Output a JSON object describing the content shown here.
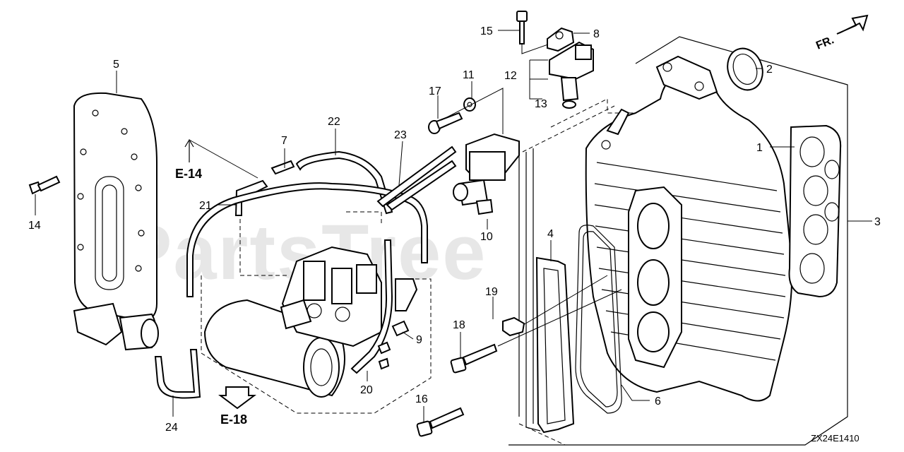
{
  "watermark": "PartsTree",
  "direction_indicator": "FR.",
  "reference_links": {
    "upper": "E-14",
    "lower": "E-18"
  },
  "diagram_code": "ZX24E1410",
  "callouts": {
    "c1": "1",
    "c2": "2",
    "c3": "3",
    "c4": "4",
    "c5": "5",
    "c6": "6",
    "c7": "7",
    "c8": "8",
    "c9": "9",
    "c10": "10",
    "c11": "11",
    "c12": "12",
    "c13": "13",
    "c14": "14",
    "c15": "15",
    "c16": "16",
    "c17": "17",
    "c18": "18",
    "c19": "19",
    "c20": "20",
    "c21": "21",
    "c22": "22",
    "c23": "23",
    "c24": "24"
  }
}
